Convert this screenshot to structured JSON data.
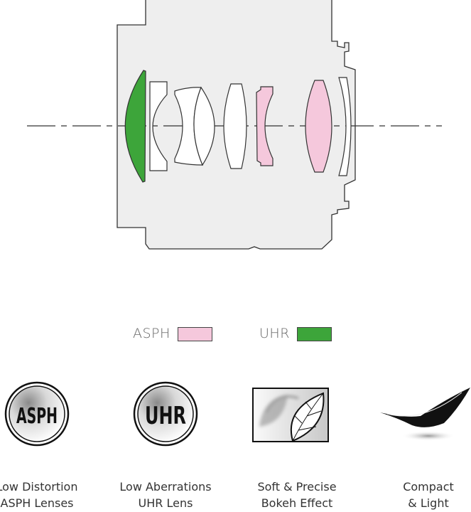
{
  "colors": {
    "barrel": "#eeeeee",
    "outline": "#333333",
    "asph": "#f5c8dc",
    "uhr": "#3da53a"
  },
  "legend": [
    {
      "label": "ASPH",
      "color": "#f5c8dc"
    },
    {
      "label": "UHR",
      "color": "#3da53a"
    }
  ],
  "features": [
    {
      "icon": "asph-badge-icon",
      "badge_text": "ASPH",
      "line1": "Low Distortion",
      "line2": "ASPH Lenses"
    },
    {
      "icon": "uhr-badge-icon",
      "badge_text": "UHR",
      "line1": "Low Aberrations",
      "line2": "UHR Lens"
    },
    {
      "icon": "bokeh-leaf-icon",
      "line1": "Soft & Precise",
      "line2": "Bokeh Effect"
    },
    {
      "icon": "feather-icon",
      "line1": "Compact",
      "line2": "& Light"
    }
  ]
}
